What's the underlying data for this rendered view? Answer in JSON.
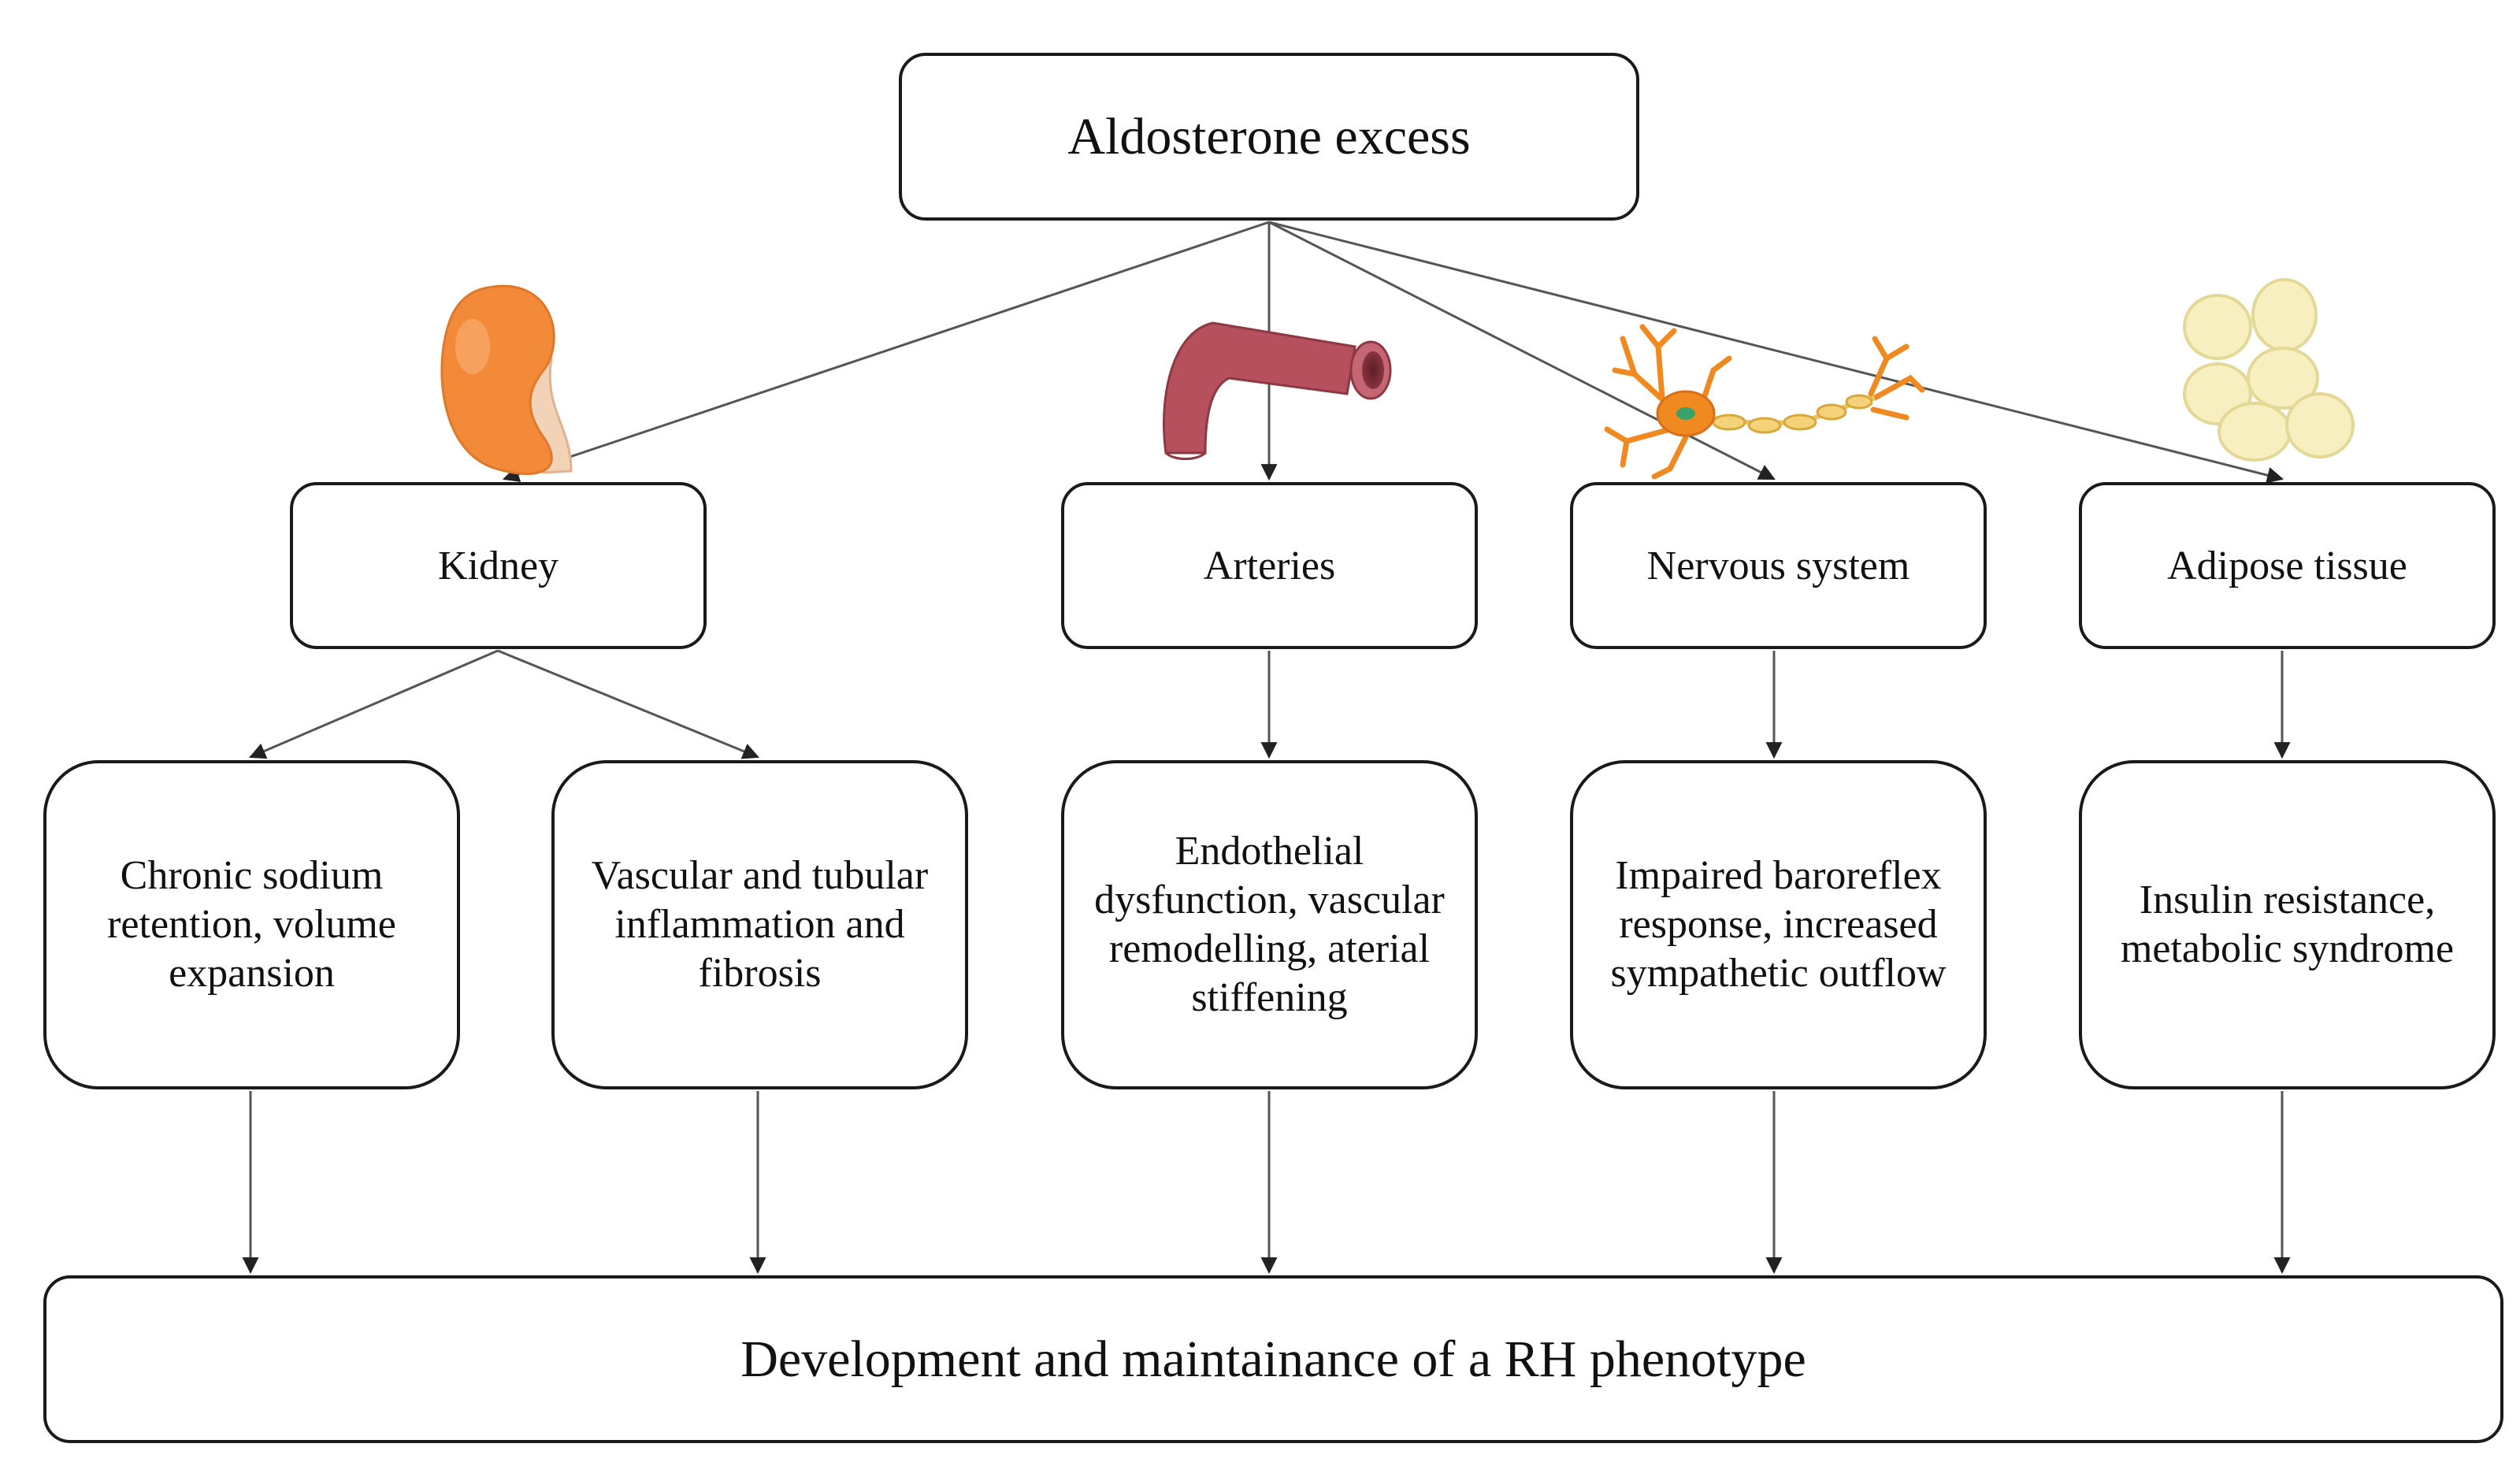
{
  "top": {
    "label": "Aldosterone excess"
  },
  "organs": [
    {
      "label": "Kidney",
      "icon": "kidney-icon"
    },
    {
      "label": "Arteries",
      "icon": "artery-icon"
    },
    {
      "label": "Nervous system",
      "icon": "neuron-icon"
    },
    {
      "label": "Adipose tissue",
      "icon": "adipose-cells-icon"
    }
  ],
  "effects": [
    {
      "label": "Chronic sodium retention, volume expansion"
    },
    {
      "label": "Vascular and tubular inflammation and fibrosis"
    },
    {
      "label": "Endothelial dysfunction, vascular remodelling, aterial stiffening"
    },
    {
      "label": "Impaired baroreflex response, increased sympathetic outflow"
    },
    {
      "label": "Insulin resistance, metabolic syndrome"
    }
  ],
  "bottom": {
    "label": "Development and maintainance of a RH phenotype"
  },
  "colors": {
    "kidney": "#f28a3a",
    "artery": "#b5505c",
    "neuron": "#f0891f",
    "axon": "#f3d27a",
    "adipose": "#f7efc0",
    "line": "#555555",
    "border": "#1a1a1a"
  }
}
